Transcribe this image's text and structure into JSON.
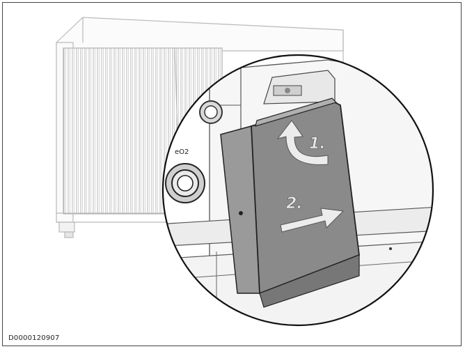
{
  "figure": {
    "document_id": "D0000120907",
    "port_label": "eO2",
    "steps": [
      {
        "label": "1.",
        "action": "rotate-up"
      },
      {
        "label": "2.",
        "action": "slide-right"
      }
    ]
  }
}
